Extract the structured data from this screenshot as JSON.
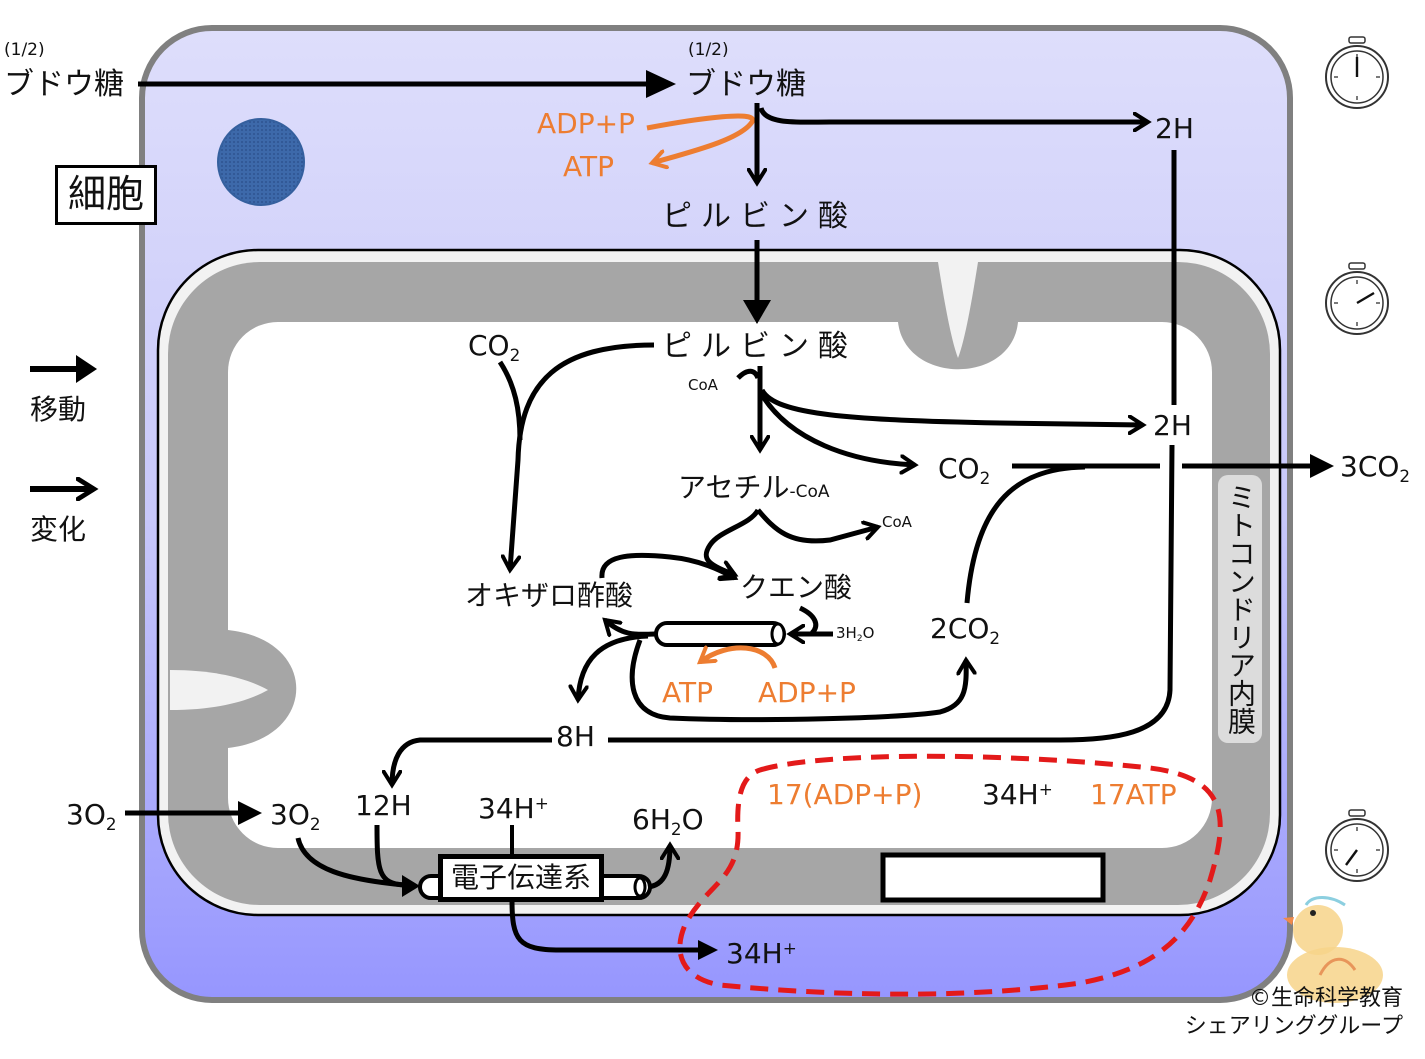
{
  "cell": {
    "label": "細胞",
    "outside_glucose": {
      "fraction": "(1/2)",
      "name": "ブドウ糖"
    },
    "inside_glucose": {
      "fraction": "(1/2)",
      "name": "ブドウ糖"
    },
    "glycolysis": {
      "adp": "ADP+P",
      "atp": "ATP",
      "h": "2H",
      "product": "ピルビン酸"
    }
  },
  "legend": {
    "move": "移動",
    "change": "変化"
  },
  "mitochondria": {
    "pyruvate": "ピルビン酸",
    "co2_top": "CO",
    "co2_top_sub": "2",
    "coa_in": "CoA",
    "h2": "2H",
    "co2_mid": "CO",
    "co2_mid_sub": "2",
    "acetyl": "アセチル",
    "acetyl_suffix": "-CoA",
    "coa_out": "CoA",
    "oxaloacetate": "オキザロ酢酸",
    "citrate": "クエン酸",
    "water_in": "3H",
    "water_in_sub": "2",
    "water_in_tail": "O",
    "atp": "ATP",
    "adp": "ADP+P",
    "co2_two": "2CO",
    "co2_two_sub": "2",
    "h8": "8H",
    "h12": "12H",
    "o2_in": "3O",
    "o2_in_sub": "2",
    "h34_in": "34H",
    "h34_in_sup": "+",
    "water_out": "6H",
    "water_out_sub": "2",
    "water_out_tail": "O",
    "etc": "電子伝達系",
    "atp_synth_adp": "17(ADP+P)",
    "atp_synth_h": "34H",
    "atp_synth_h_sup": "+",
    "atp_synth_atp": "17ATP",
    "h34_out": "34H",
    "h34_out_sup": "+",
    "inner_membrane_label": "ミトコンドリア内膜"
  },
  "outside": {
    "o2": "3O",
    "o2_sub": "2",
    "co2": "3CO",
    "co2_sub": "2"
  },
  "timers": [
    {
      "name": "stopwatch-start",
      "hand_angle_deg": 0
    },
    {
      "name": "stopwatch-mid",
      "hand_angle_deg": 60
    },
    {
      "name": "stopwatch-end",
      "hand_angle_deg": 215
    }
  ],
  "copyright": {
    "line1": "©生命科学教育",
    "line2": "シェアリンググループ"
  },
  "colors": {
    "cell_top": "#DCDCFA",
    "cell_bottom": "#9999FF",
    "membrane_gray": "#A6A6A6",
    "accent_orange": "#ED7D31",
    "dashed_red": "#E31A1A",
    "nucleus": "#3A66A8"
  }
}
